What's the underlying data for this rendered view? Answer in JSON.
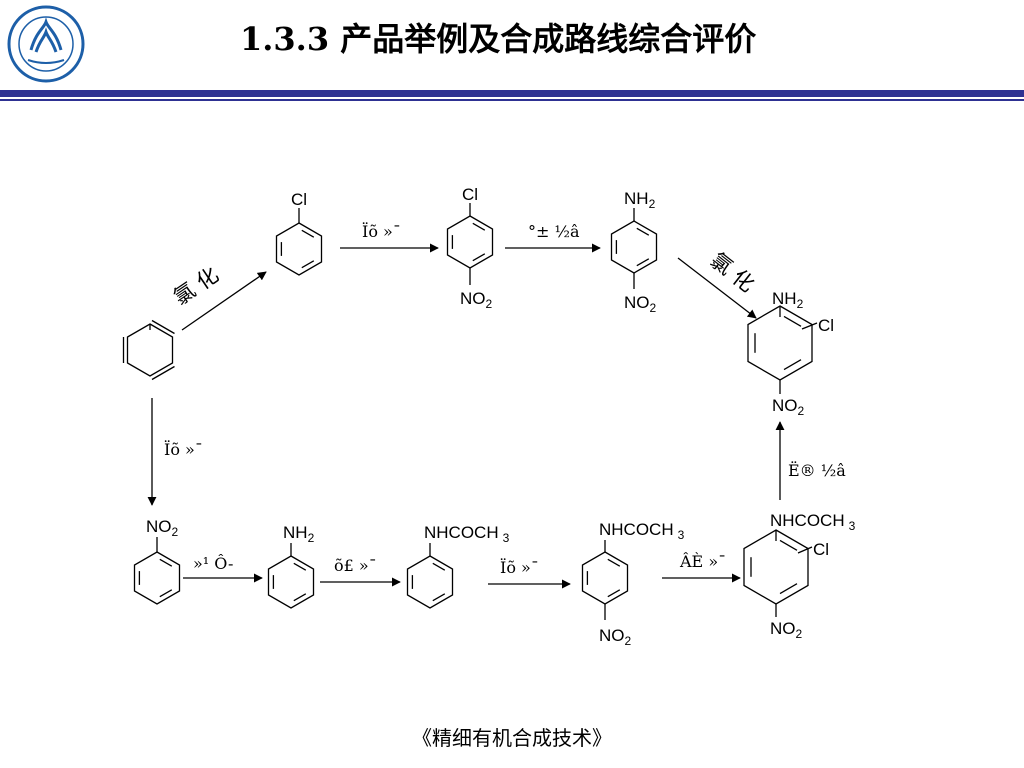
{
  "slide": {
    "title": "1.3.3 产品举例及合成路线综合评价",
    "footer": "《精细有机合成技术》"
  },
  "colors": {
    "accent": "#2e3192",
    "logo": "#1d5fa8"
  },
  "logo": {
    "icon": "university-seal-icon"
  },
  "scheme": {
    "reagents": {
      "top_chlorination": "氯 化",
      "top_nitration": "Ïõ »¯",
      "top_reduction": "°± ½â",
      "right_chlorination": "氯 化",
      "left_nitration": "Ïõ »¯",
      "bottom_reduction": "»¹ Ô-",
      "bottom_acylation": "õ£ »¯",
      "bottom_nitration": "Ïõ »¯",
      "bottom_chlorination": "ÂÈ »¯",
      "right_hydrolysis": "Ë® ½â"
    },
    "substituents": {
      "chlorobenzene_cl": "Cl",
      "p_nitrochlorobenzene_cl": "Cl",
      "p_nitrochlorobenzene_no2": "NO",
      "p_nitroaniline_nh2": "NH",
      "p_nitroaniline_no2": "NO",
      "target_nh2": "NH",
      "target_cl": "Cl",
      "target_no2": "NO",
      "nitrobenzene_no2": "NO",
      "aniline_nh2": "NH",
      "acetanilide_nhcoch3": "NHCOCH",
      "nitroacetanilide_nhcoch3": "NHCOCH",
      "nitroacetanilide_no2": "NO",
      "chloronitroacetanilide_nhcoch3": "NHCOCH",
      "chloronitroacetanilide_cl": "Cl",
      "chloronitroacetanilide_no2": "NO",
      "subscript_2": "2",
      "subscript_3": "3"
    }
  }
}
